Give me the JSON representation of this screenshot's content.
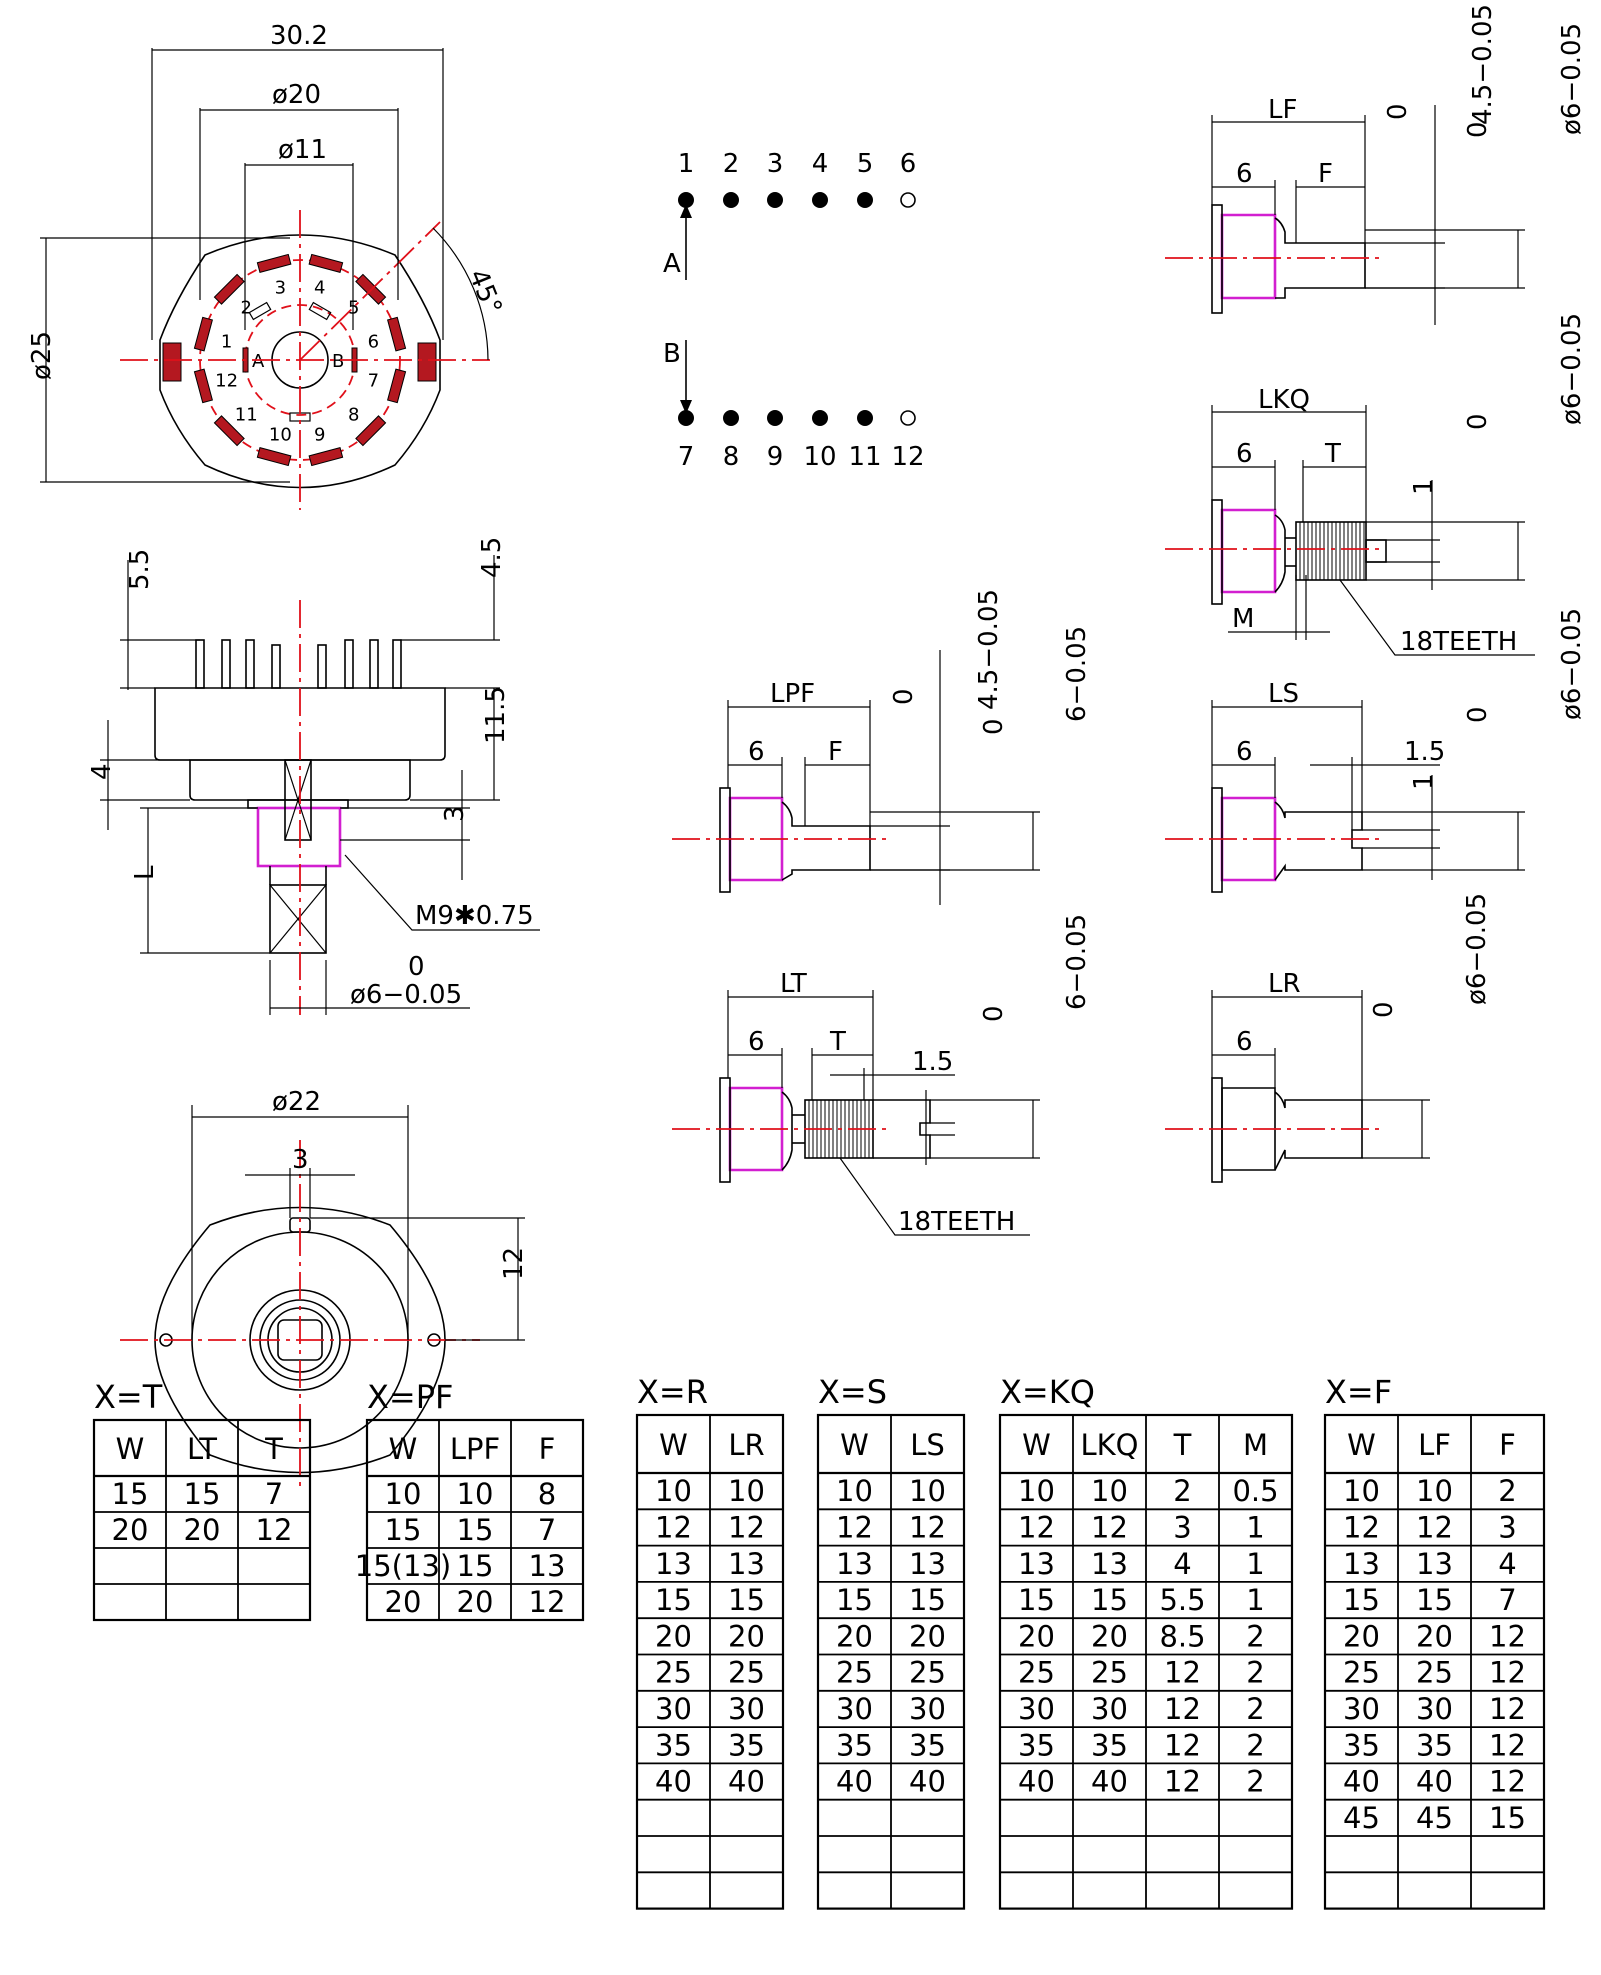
{
  "front_view": {
    "dim_width": "30.2",
    "dim_pin_circle": "ø20",
    "dim_inner_circle": "ø11",
    "dim_height": "ø25",
    "dim_angle": "45°",
    "outer_pins": [
      "1",
      "2",
      "3",
      "4",
      "5",
      "6",
      "7",
      "8",
      "9",
      "10",
      "11",
      "12"
    ],
    "commons": [
      "A",
      "B"
    ]
  },
  "side_view": {
    "dim_pin_len": "5.5",
    "dim_pin_top": "4.5",
    "dim_body": "11.5",
    "dim_flange": "4",
    "dim_bushing": "3",
    "dim_shaft_len": "L",
    "thread": "M9✱0.75",
    "tol_upper": "0",
    "shaft_dia": "ø6−0.05"
  },
  "rear_view": {
    "dim_dia": "ø22",
    "dim_key": "3",
    "dim_height": "12"
  },
  "pin_diagram": {
    "top_numbers": [
      "1",
      "2",
      "3",
      "4",
      "5",
      "6"
    ],
    "bottom_numbers": [
      "7",
      "8",
      "9",
      "10",
      "11",
      "12"
    ],
    "label_a": "A",
    "label_b": "B"
  },
  "shaft_lf": {
    "length": "LF",
    "dim6": "6",
    "flat": "F",
    "tol": "0",
    "flat_dim": "4.5−0.05",
    "dia": "ø6−0.05"
  },
  "shaft_lkq": {
    "length": "LKQ",
    "dim6": "6",
    "knurl": "T",
    "dim1": "1",
    "slot": "M",
    "teeth": "18TEETH",
    "tol": "0",
    "dia": "ø6−0.05"
  },
  "shaft_lpf": {
    "length": "LPF",
    "dim6": "6",
    "flat": "F",
    "tol": "0",
    "flat_dim": "4.5−0.05",
    "dia": "6−0.05"
  },
  "shaft_ls": {
    "length": "LS",
    "dim6": "6",
    "slot_w": "1.5",
    "dim1": "1",
    "tol": "0",
    "dia": "ø6−0.05"
  },
  "shaft_lt": {
    "length": "LT",
    "dim6": "6",
    "knurl": "T",
    "dim15": "1.5",
    "teeth": "18TEETH",
    "tol": "0",
    "dia": "6−0.05"
  },
  "shaft_lr": {
    "length": "LR",
    "dim6": "6",
    "tol": "0",
    "dia": "ø6−0.05"
  },
  "tables": {
    "t": {
      "title": "X=T",
      "headers": [
        "W",
        "LT",
        "T"
      ],
      "rows": [
        [
          "15",
          "15",
          "7"
        ],
        [
          "20",
          "20",
          "12"
        ],
        [
          "",
          "",
          ""
        ],
        [
          "",
          "",
          ""
        ]
      ]
    },
    "pf": {
      "title": "X=PF",
      "headers": [
        "W",
        "LPF",
        "F"
      ],
      "rows": [
        [
          "10",
          "10",
          "8"
        ],
        [
          "15",
          "15",
          "7"
        ],
        [
          "15(13)",
          "15",
          "13"
        ],
        [
          "20",
          "20",
          "12"
        ]
      ]
    },
    "r": {
      "title": "X=R",
      "headers": [
        "W",
        "LR"
      ],
      "rows": [
        [
          "10",
          "10"
        ],
        [
          "12",
          "12"
        ],
        [
          "13",
          "13"
        ],
        [
          "15",
          "15"
        ],
        [
          "20",
          "20"
        ],
        [
          "25",
          "25"
        ],
        [
          "30",
          "30"
        ],
        [
          "35",
          "35"
        ],
        [
          "40",
          "40"
        ],
        [
          "",
          ""
        ],
        [
          "",
          ""
        ],
        [
          "",
          ""
        ]
      ]
    },
    "s": {
      "title": "X=S",
      "headers": [
        "W",
        "LS"
      ],
      "rows": [
        [
          "10",
          "10"
        ],
        [
          "12",
          "12"
        ],
        [
          "13",
          "13"
        ],
        [
          "15",
          "15"
        ],
        [
          "20",
          "20"
        ],
        [
          "25",
          "25"
        ],
        [
          "30",
          "30"
        ],
        [
          "35",
          "35"
        ],
        [
          "40",
          "40"
        ],
        [
          "",
          ""
        ],
        [
          "",
          ""
        ],
        [
          "",
          ""
        ]
      ]
    },
    "kq": {
      "title": "X=KQ",
      "headers": [
        "W",
        "LKQ",
        "T",
        "M"
      ],
      "rows": [
        [
          "10",
          "10",
          "2",
          "0.5"
        ],
        [
          "12",
          "12",
          "3",
          "1"
        ],
        [
          "13",
          "13",
          "4",
          "1"
        ],
        [
          "15",
          "15",
          "5.5",
          "1"
        ],
        [
          "20",
          "20",
          "8.5",
          "2"
        ],
        [
          "25",
          "25",
          "12",
          "2"
        ],
        [
          "30",
          "30",
          "12",
          "2"
        ],
        [
          "35",
          "35",
          "12",
          "2"
        ],
        [
          "40",
          "40",
          "12",
          "2"
        ],
        [
          "",
          "",
          "",
          ""
        ],
        [
          "",
          "",
          "",
          ""
        ],
        [
          "",
          "",
          "",
          ""
        ]
      ]
    },
    "f": {
      "title": "X=F",
      "headers": [
        "W",
        "LF",
        "F"
      ],
      "rows": [
        [
          "10",
          "10",
          "2"
        ],
        [
          "12",
          "12",
          "3"
        ],
        [
          "13",
          "13",
          "4"
        ],
        [
          "15",
          "15",
          "7"
        ],
        [
          "20",
          "20",
          "12"
        ],
        [
          "25",
          "25",
          "12"
        ],
        [
          "30",
          "30",
          "12"
        ],
        [
          "35",
          "35",
          "12"
        ],
        [
          "40",
          "40",
          "12"
        ],
        [
          "45",
          "45",
          "15"
        ],
        [
          "",
          "",
          ""
        ],
        [
          "",
          "",
          ""
        ]
      ]
    }
  }
}
